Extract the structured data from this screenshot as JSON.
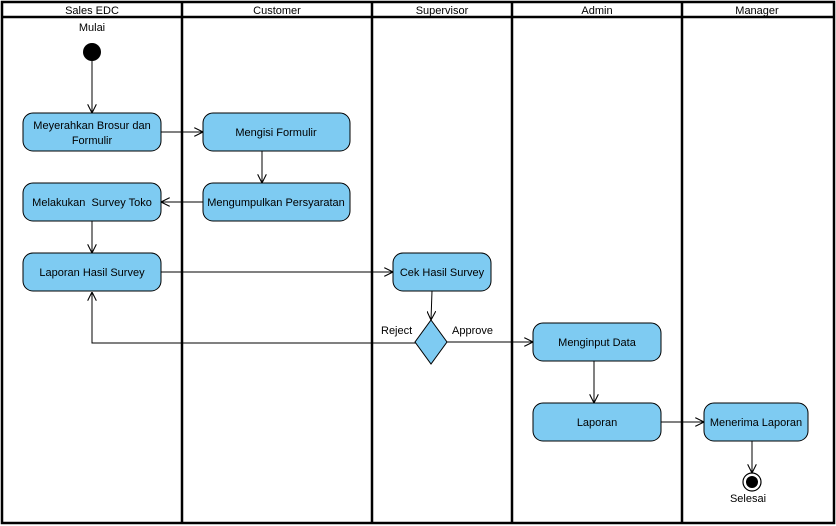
{
  "colors": {
    "node_fill": "#7ecbf2",
    "stroke": "#000000",
    "background": "#ffffff"
  },
  "swimlanes": [
    "Sales EDC",
    "Customer",
    "Supervisor",
    "Admin",
    "Manager"
  ],
  "start_label": "Mulai",
  "end_label": "Selesai",
  "activities": {
    "brosur_line1": "Meyerahkan Brosur dan",
    "brosur_line2": "Formulir",
    "isi_formulir": "Mengisi Formulir",
    "kumpul_syarat": "Mengumpulkan Persyaratan",
    "survey_toko": "Melakukan  Survey Toko",
    "laporan_survey": "Laporan Hasil Survey",
    "cek_survey": "Cek Hasil Survey",
    "input_data": "Menginput Data",
    "laporan": "Laporan",
    "terima_laporan": "Menerima Laporan"
  },
  "decision_labels": {
    "reject": "Reject",
    "approve": "Approve"
  }
}
